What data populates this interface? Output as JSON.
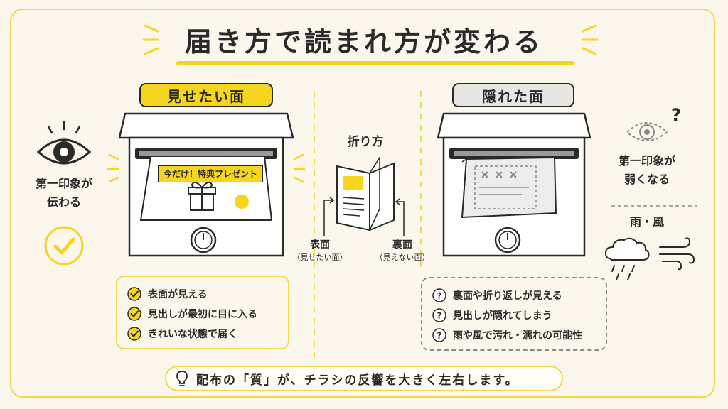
{
  "title": "届き方で読まれ方が変わる",
  "left_label": "見せたい面",
  "right_label": "隠れた面",
  "left_side_text_1": "第一印象が",
  "left_side_text_2": "伝わる",
  "right_side_text_1": "第一印象が",
  "right_side_text_2": "弱くなる",
  "weather_label": "雨・風",
  "flyer_banner": "今だけ！特典プレゼント",
  "fold": {
    "title": "折り方",
    "front_label": "表面",
    "front_sub": "（見せたい面）",
    "back_label": "裏面",
    "back_sub": "（見えない面）"
  },
  "left_list": [
    "表面が見える",
    "見出しが最初に目に入る",
    "きれいな状態で届く"
  ],
  "right_list": [
    "裏面や折り返しが見える",
    "見出しが隠れてしまう",
    "雨や風で汚れ・濡れの可能性"
  ],
  "question_mark": "?",
  "bottom_text": "配布の「質」が、チラシの反響を大きく左右します。",
  "colors": {
    "accent": "#f6d51f",
    "background": "#fbf7ec",
    "ink": "#2a2a2a",
    "gray": "#e6e6e2"
  }
}
